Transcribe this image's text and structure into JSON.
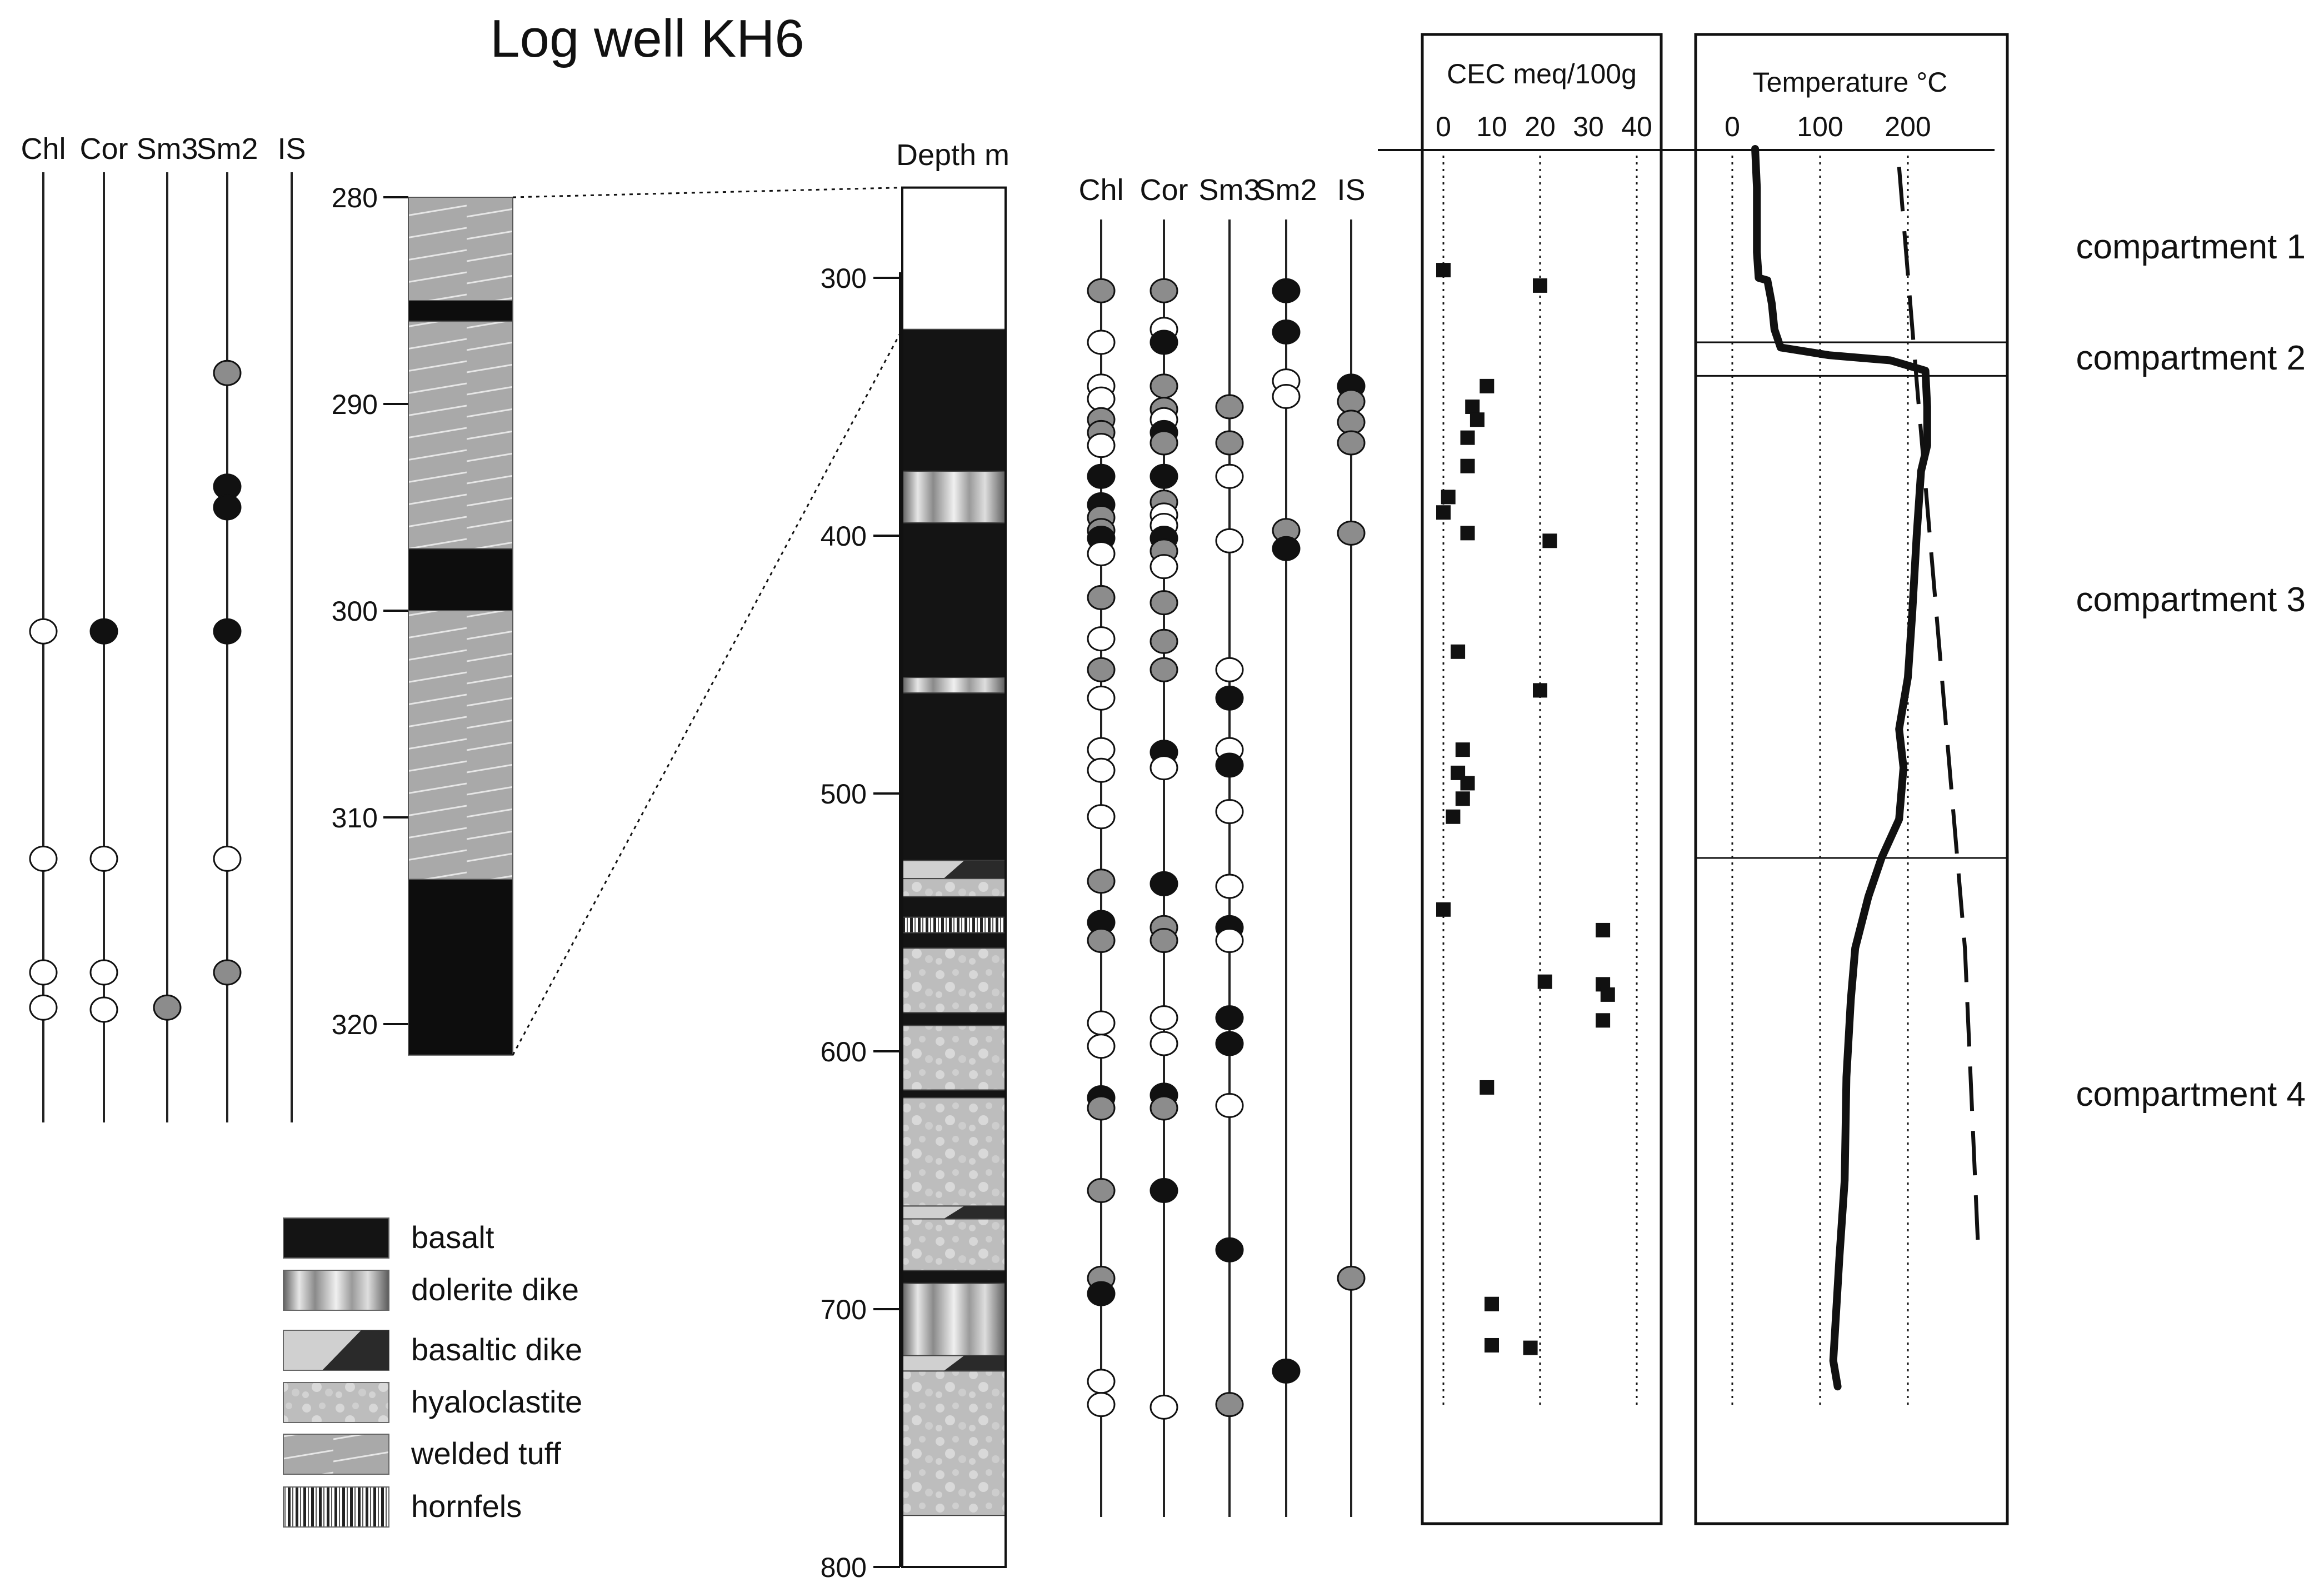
{
  "title": "Log well KH6",
  "left_panel": {
    "columns": [
      "Chl",
      "Cor",
      "Sm3",
      "Sm2",
      "IS"
    ],
    "depth_ticks": [
      "280",
      "290",
      "300",
      "310",
      "320"
    ],
    "points": [
      {
        "mineral": "Sm2",
        "depth": 288.5,
        "fill": "gray"
      },
      {
        "mineral": "Sm2",
        "depth": 294,
        "fill": "black"
      },
      {
        "mineral": "Sm2",
        "depth": 295,
        "fill": "black"
      },
      {
        "mineral": "Chl",
        "depth": 301,
        "fill": "white"
      },
      {
        "mineral": "Cor",
        "depth": 301,
        "fill": "black"
      },
      {
        "mineral": "Sm2",
        "depth": 301,
        "fill": "black"
      },
      {
        "mineral": "Chl",
        "depth": 312,
        "fill": "white"
      },
      {
        "mineral": "Cor",
        "depth": 312,
        "fill": "white"
      },
      {
        "mineral": "Sm2",
        "depth": 312,
        "fill": "white"
      },
      {
        "mineral": "Chl",
        "depth": 317.5,
        "fill": "white"
      },
      {
        "mineral": "Cor",
        "depth": 317.5,
        "fill": "white"
      },
      {
        "mineral": "Sm2",
        "depth": 317.5,
        "fill": "gray"
      },
      {
        "mineral": "Chl",
        "depth": 319.2,
        "fill": "white"
      },
      {
        "mineral": "Cor",
        "depth": 319.3,
        "fill": "white"
      },
      {
        "mineral": "Sm3",
        "depth": 319.2,
        "fill": "gray"
      }
    ]
  },
  "main_panel": {
    "depth_label": "Depth m",
    "depth_ticks": [
      "300",
      "400",
      "500",
      "600",
      "700",
      "800"
    ],
    "columns": [
      "Chl",
      "Cor",
      "Sm3",
      "Sm2",
      "IS"
    ],
    "points": [
      {
        "mineral": "Chl",
        "depth": 305,
        "fill": "gray"
      },
      {
        "mineral": "Chl",
        "depth": 325,
        "fill": "white"
      },
      {
        "mineral": "Chl",
        "depth": 342,
        "fill": "white"
      },
      {
        "mineral": "Chl",
        "depth": 347,
        "fill": "white"
      },
      {
        "mineral": "Chl",
        "depth": 355,
        "fill": "gray"
      },
      {
        "mineral": "Chl",
        "depth": 360,
        "fill": "gray"
      },
      {
        "mineral": "Chl",
        "depth": 365,
        "fill": "white"
      },
      {
        "mineral": "Chl",
        "depth": 377,
        "fill": "black"
      },
      {
        "mineral": "Chl",
        "depth": 388,
        "fill": "black"
      },
      {
        "mineral": "Chl",
        "depth": 393,
        "fill": "gray"
      },
      {
        "mineral": "Chl",
        "depth": 398,
        "fill": "gray"
      },
      {
        "mineral": "Chl",
        "depth": 401,
        "fill": "black"
      },
      {
        "mineral": "Chl",
        "depth": 407,
        "fill": "white"
      },
      {
        "mineral": "Chl",
        "depth": 424,
        "fill": "gray"
      },
      {
        "mineral": "Chl",
        "depth": 440,
        "fill": "white"
      },
      {
        "mineral": "Chl",
        "depth": 452,
        "fill": "gray"
      },
      {
        "mineral": "Chl",
        "depth": 463,
        "fill": "white"
      },
      {
        "mineral": "Chl",
        "depth": 483,
        "fill": "white"
      },
      {
        "mineral": "Chl",
        "depth": 491,
        "fill": "white"
      },
      {
        "mineral": "Chl",
        "depth": 509,
        "fill": "white"
      },
      {
        "mineral": "Chl",
        "depth": 534,
        "fill": "gray"
      },
      {
        "mineral": "Chl",
        "depth": 550,
        "fill": "black"
      },
      {
        "mineral": "Chl",
        "depth": 557,
        "fill": "gray"
      },
      {
        "mineral": "Chl",
        "depth": 589,
        "fill": "white"
      },
      {
        "mineral": "Chl",
        "depth": 598,
        "fill": "white"
      },
      {
        "mineral": "Chl",
        "depth": 618,
        "fill": "black"
      },
      {
        "mineral": "Chl",
        "depth": 622,
        "fill": "gray"
      },
      {
        "mineral": "Chl",
        "depth": 654,
        "fill": "gray"
      },
      {
        "mineral": "Chl",
        "depth": 688,
        "fill": "gray"
      },
      {
        "mineral": "Chl",
        "depth": 694,
        "fill": "black"
      },
      {
        "mineral": "Chl",
        "depth": 728,
        "fill": "white"
      },
      {
        "mineral": "Chl",
        "depth": 737,
        "fill": "white"
      },
      {
        "mineral": "Cor",
        "depth": 305,
        "fill": "gray"
      },
      {
        "mineral": "Cor",
        "depth": 320,
        "fill": "white"
      },
      {
        "mineral": "Cor",
        "depth": 325,
        "fill": "black"
      },
      {
        "mineral": "Cor",
        "depth": 342,
        "fill": "gray"
      },
      {
        "mineral": "Cor",
        "depth": 351,
        "fill": "gray"
      },
      {
        "mineral": "Cor",
        "depth": 355,
        "fill": "white"
      },
      {
        "mineral": "Cor",
        "depth": 360,
        "fill": "black"
      },
      {
        "mineral": "Cor",
        "depth": 364,
        "fill": "gray"
      },
      {
        "mineral": "Cor",
        "depth": 377,
        "fill": "black"
      },
      {
        "mineral": "Cor",
        "depth": 387,
        "fill": "gray"
      },
      {
        "mineral": "Cor",
        "depth": 392,
        "fill": "white"
      },
      {
        "mineral": "Cor",
        "depth": 396,
        "fill": "white"
      },
      {
        "mineral": "Cor",
        "depth": 401,
        "fill": "black"
      },
      {
        "mineral": "Cor",
        "depth": 406,
        "fill": "gray"
      },
      {
        "mineral": "Cor",
        "depth": 412,
        "fill": "white"
      },
      {
        "mineral": "Cor",
        "depth": 426,
        "fill": "gray"
      },
      {
        "mineral": "Cor",
        "depth": 441,
        "fill": "gray"
      },
      {
        "mineral": "Cor",
        "depth": 452,
        "fill": "gray"
      },
      {
        "mineral": "Cor",
        "depth": 484,
        "fill": "black"
      },
      {
        "mineral": "Cor",
        "depth": 490,
        "fill": "white"
      },
      {
        "mineral": "Cor",
        "depth": 535,
        "fill": "black"
      },
      {
        "mineral": "Cor",
        "depth": 552,
        "fill": "gray"
      },
      {
        "mineral": "Cor",
        "depth": 557,
        "fill": "gray"
      },
      {
        "mineral": "Cor",
        "depth": 587,
        "fill": "white"
      },
      {
        "mineral": "Cor",
        "depth": 597,
        "fill": "white"
      },
      {
        "mineral": "Cor",
        "depth": 617,
        "fill": "black"
      },
      {
        "mineral": "Cor",
        "depth": 622,
        "fill": "gray"
      },
      {
        "mineral": "Cor",
        "depth": 654,
        "fill": "black"
      },
      {
        "mineral": "Cor",
        "depth": 738,
        "fill": "white"
      },
      {
        "mineral": "Sm3",
        "depth": 350,
        "fill": "gray"
      },
      {
        "mineral": "Sm3",
        "depth": 364,
        "fill": "gray"
      },
      {
        "mineral": "Sm3",
        "depth": 377,
        "fill": "white"
      },
      {
        "mineral": "Sm3",
        "depth": 402,
        "fill": "white"
      },
      {
        "mineral": "Sm3",
        "depth": 452,
        "fill": "white"
      },
      {
        "mineral": "Sm3",
        "depth": 463,
        "fill": "black"
      },
      {
        "mineral": "Sm3",
        "depth": 483,
        "fill": "white"
      },
      {
        "mineral": "Sm3",
        "depth": 489,
        "fill": "black"
      },
      {
        "mineral": "Sm3",
        "depth": 507,
        "fill": "white"
      },
      {
        "mineral": "Sm3",
        "depth": 536,
        "fill": "white"
      },
      {
        "mineral": "Sm3",
        "depth": 552,
        "fill": "black"
      },
      {
        "mineral": "Sm3",
        "depth": 557,
        "fill": "white"
      },
      {
        "mineral": "Sm3",
        "depth": 587,
        "fill": "black"
      },
      {
        "mineral": "Sm3",
        "depth": 597,
        "fill": "black"
      },
      {
        "mineral": "Sm3",
        "depth": 621,
        "fill": "white"
      },
      {
        "mineral": "Sm3",
        "depth": 677,
        "fill": "black"
      },
      {
        "mineral": "Sm3",
        "depth": 737,
        "fill": "gray"
      },
      {
        "mineral": "Sm2",
        "depth": 305,
        "fill": "black"
      },
      {
        "mineral": "Sm2",
        "depth": 321,
        "fill": "black"
      },
      {
        "mineral": "Sm2",
        "depth": 340,
        "fill": "white"
      },
      {
        "mineral": "Sm2",
        "depth": 346,
        "fill": "white"
      },
      {
        "mineral": "Sm2",
        "depth": 398,
        "fill": "gray"
      },
      {
        "mineral": "Sm2",
        "depth": 405,
        "fill": "black"
      },
      {
        "mineral": "Sm2",
        "depth": 724,
        "fill": "black"
      },
      {
        "mineral": "IS",
        "depth": 342,
        "fill": "black"
      },
      {
        "mineral": "IS",
        "depth": 348,
        "fill": "gray"
      },
      {
        "mineral": "IS",
        "depth": 356,
        "fill": "gray"
      },
      {
        "mineral": "IS",
        "depth": 364,
        "fill": "gray"
      },
      {
        "mineral": "IS",
        "depth": 399,
        "fill": "gray"
      },
      {
        "mineral": "IS",
        "depth": 688,
        "fill": "gray"
      }
    ]
  },
  "legend": [
    {
      "pattern": "basalt",
      "label": "basalt"
    },
    {
      "pattern": "dolerite",
      "label": "dolerite dike"
    },
    {
      "pattern": "basaltic_dike",
      "label": "basaltic dike"
    },
    {
      "pattern": "hyaloclastite",
      "label": "hyaloclastite"
    },
    {
      "pattern": "welded_tuff",
      "label": "welded tuff"
    },
    {
      "pattern": "hornfels",
      "label": "hornfels"
    }
  ],
  "cec_panel": {
    "title": "CEC meq/100g",
    "ticks": [
      "0",
      "10",
      "20",
      "30",
      "40"
    ],
    "points": [
      {
        "cec": 0,
        "depth": 297
      },
      {
        "cec": 20,
        "depth": 303
      },
      {
        "cec": 9,
        "depth": 342
      },
      {
        "cec": 6,
        "depth": 350
      },
      {
        "cec": 7,
        "depth": 355
      },
      {
        "cec": 5,
        "depth": 362
      },
      {
        "cec": 5,
        "depth": 373
      },
      {
        "cec": 1,
        "depth": 385
      },
      {
        "cec": 0,
        "depth": 391
      },
      {
        "cec": 5,
        "depth": 399
      },
      {
        "cec": 22,
        "depth": 402
      },
      {
        "cec": 3,
        "depth": 445
      },
      {
        "cec": 20,
        "depth": 460
      },
      {
        "cec": 4,
        "depth": 483
      },
      {
        "cec": 3,
        "depth": 492
      },
      {
        "cec": 5,
        "depth": 496
      },
      {
        "cec": 4,
        "depth": 502
      },
      {
        "cec": 2,
        "depth": 509
      },
      {
        "cec": 0,
        "depth": 545
      },
      {
        "cec": 33,
        "depth": 553
      },
      {
        "cec": 21,
        "depth": 573
      },
      {
        "cec": 33,
        "depth": 574
      },
      {
        "cec": 34,
        "depth": 578
      },
      {
        "cec": 33,
        "depth": 588
      },
      {
        "cec": 9,
        "depth": 614
      },
      {
        "cec": 10,
        "depth": 698
      },
      {
        "cec": 10,
        "depth": 714
      },
      {
        "cec": 18,
        "depth": 715
      }
    ]
  },
  "temp_panel": {
    "title": "Temperature °C",
    "ticks": [
      "0",
      "100",
      "200"
    ],
    "measured": [
      [
        26,
        250
      ],
      [
        28,
        265
      ],
      [
        28,
        275
      ],
      [
        28,
        290
      ],
      [
        30,
        300
      ],
      [
        40,
        301
      ],
      [
        45,
        310
      ],
      [
        48,
        320
      ],
      [
        55,
        327
      ],
      [
        110,
        330
      ],
      [
        180,
        332
      ],
      [
        220,
        336
      ],
      [
        222,
        350
      ],
      [
        222,
        365
      ],
      [
        215,
        375
      ],
      [
        210,
        400
      ],
      [
        205,
        430
      ],
      [
        200,
        455
      ],
      [
        195,
        465
      ],
      [
        190,
        475
      ],
      [
        195,
        490
      ],
      [
        190,
        510
      ],
      [
        170,
        525
      ],
      [
        155,
        540
      ],
      [
        140,
        560
      ],
      [
        135,
        580
      ],
      [
        130,
        610
      ],
      [
        128,
        650
      ],
      [
        122,
        680
      ],
      [
        115,
        720
      ],
      [
        120,
        730
      ]
    ],
    "reference": [
      [
        190,
        257
      ],
      [
        210,
        340
      ],
      [
        235,
        440
      ],
      [
        265,
        560
      ],
      [
        280,
        676
      ]
    ]
  },
  "compartments": [
    {
      "label": "compartment 1"
    },
    {
      "label": "compartment 2"
    },
    {
      "label": "compartment 3"
    },
    {
      "label": "compartment 4"
    }
  ]
}
